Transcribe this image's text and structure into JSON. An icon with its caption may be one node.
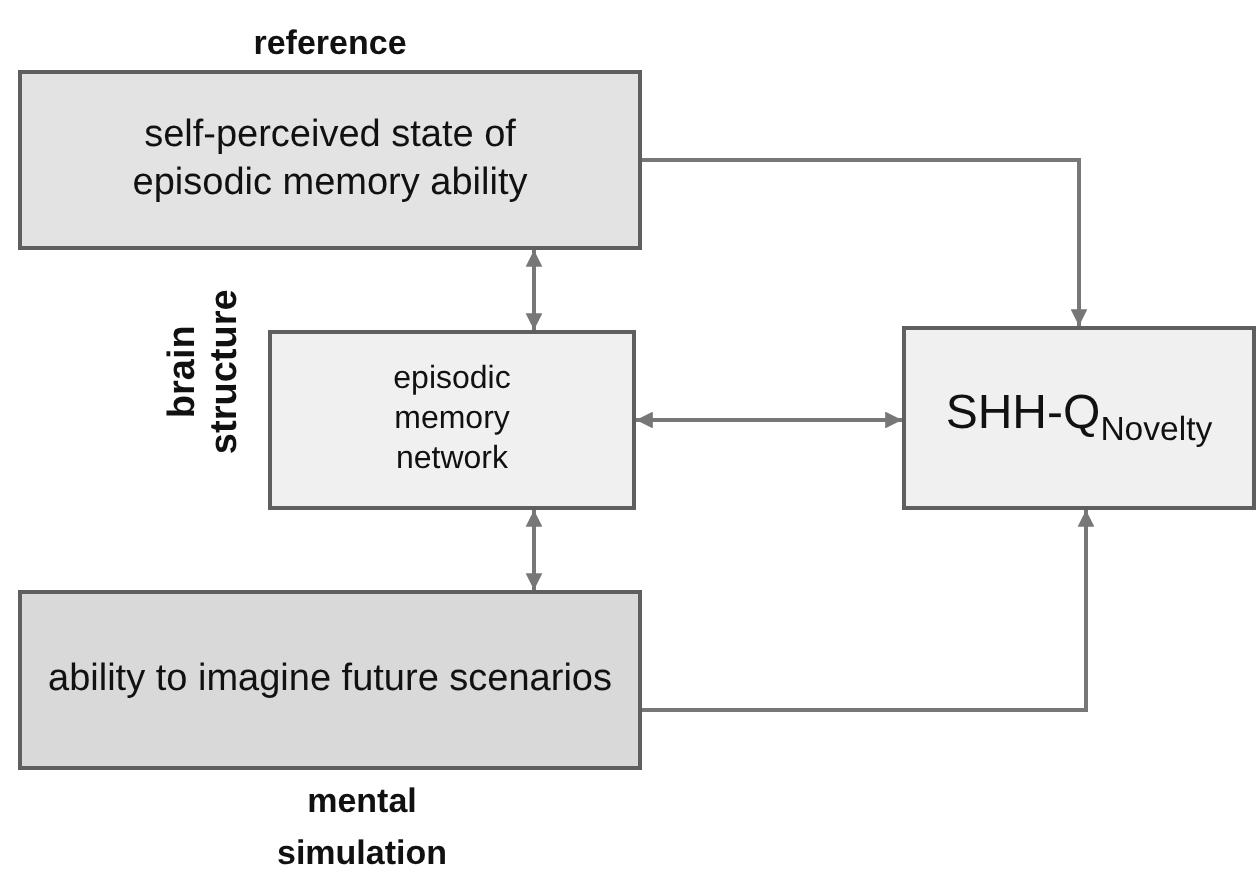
{
  "diagram": {
    "nodes": [
      {
        "text": [
          "reference",
          "self-perceived state of episodic memory ability"
        ]
      },
      {
        "text": [
          "episodic memory network"
        ],
        "beside": [
          "brain structure"
        ]
      },
      {
        "text": [
          "ability to imagine future scenarios",
          "mental simulation"
        ]
      },
      {
        "text": [
          "SHH-Q$_{Novelty}$"
        ]
      }
    ],
    "edges": [
      {
        "from": 0,
        "to": 3,
        "arrow": "to"
      },
      {
        "from": 0,
        "to": 1,
        "arrow": "both"
      },
      {
        "from": 1,
        "to": 3,
        "arrow": "both"
      },
      {
        "from": 2,
        "to": 1,
        "arrow": "both"
      },
      {
        "from": 2,
        "to": 3,
        "arrow": "to"
      }
    ]
  }
}
